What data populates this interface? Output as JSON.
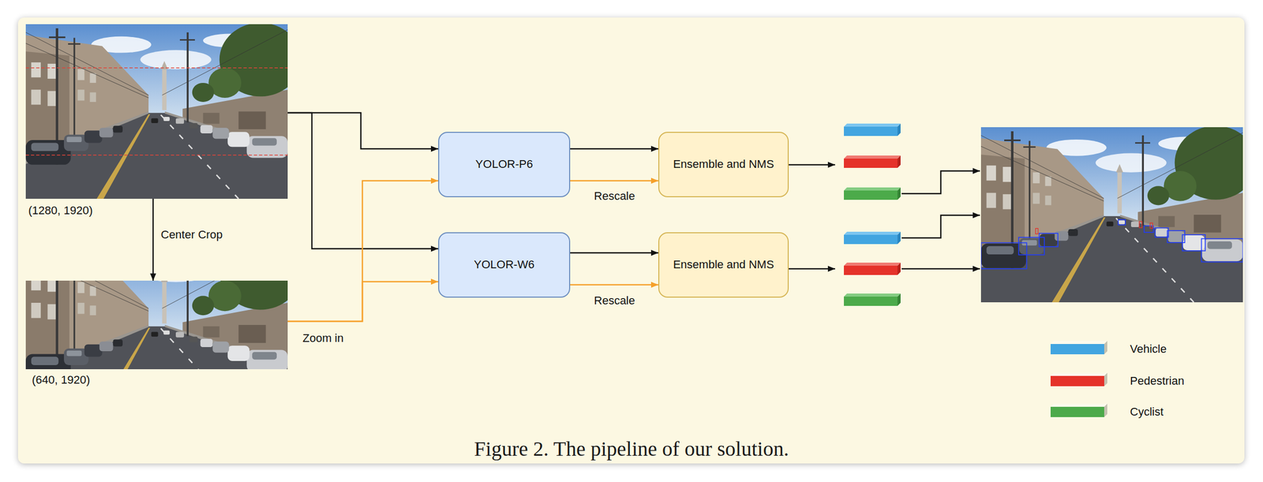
{
  "diagram": {
    "caption": "Figure 2. The pipeline of our solution.",
    "nodes": [
      {
        "text": [
          "(1280, 1920)"
        ]
      },
      {
        "text": [
          "(640, 1920)"
        ]
      },
      {
        "text": [
          "YOLOR-P6"
        ]
      },
      {
        "text": [
          "YOLOR-W6"
        ]
      },
      {
        "text": [
          "Ensemble and NMS"
        ]
      },
      {
        "text": [
          "Ensemble and NMS"
        ]
      }
    ],
    "edges": [
      {
        "from": 0,
        "to": 1,
        "label": "Center Crop",
        "arrow": "to"
      },
      {
        "from": 0,
        "to": 2,
        "arrow": "to"
      },
      {
        "from": 0,
        "to": 3,
        "arrow": "to"
      },
      {
        "from": 1,
        "to": 2,
        "arrow": "to"
      },
      {
        "from": 1,
        "to": 3,
        "arrow": "to"
      },
      {
        "from": 2,
        "to": 4,
        "arrow": "to"
      },
      {
        "from": 2,
        "to": 4,
        "label": "Rescale",
        "arrow": "to"
      },
      {
        "from": 3,
        "to": 5,
        "arrow": "to"
      },
      {
        "from": 3,
        "to": 5,
        "label": "Rescale",
        "arrow": "to"
      }
    ],
    "labels": [
      "Zoom in"
    ],
    "legend": [
      {
        "text": "Vehicle",
        "color": "#42a5e0"
      },
      {
        "text": "Pedestrian",
        "color": "#e5322a"
      },
      {
        "text": "Cyclist",
        "color": "#4caa4a"
      }
    ]
  }
}
